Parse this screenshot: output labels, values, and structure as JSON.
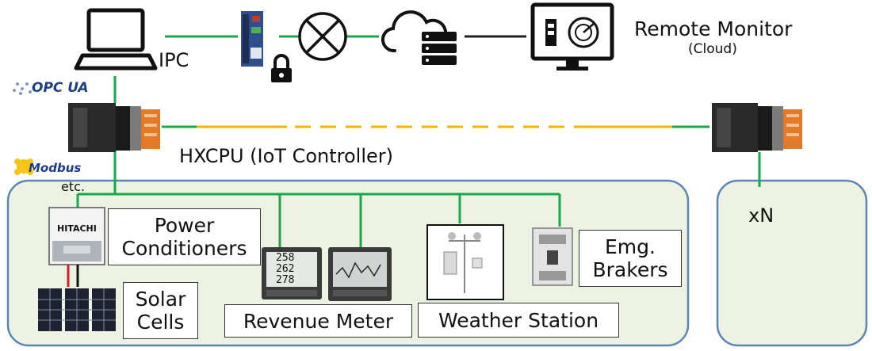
{
  "labels": {
    "ipc": "IPC",
    "remote_monitor": "Remote Monitor",
    "cloud": "(Cloud)",
    "hxcpu": "HXCPU (IoT Controller)",
    "opc_ua": "OPC UA",
    "modbus": "Modbus",
    "etc": "etc.",
    "xn": "xN",
    "hitachi": "HITACHI"
  },
  "boxes": {
    "power_conditioners": [
      "Power",
      "Conditioners"
    ],
    "solar_cells": [
      "Solar",
      "Cells"
    ],
    "revenue_meter": "Revenue Meter",
    "weather_station": "Weather Station",
    "emg_brakers": [
      "Emg.",
      "Brakers"
    ]
  },
  "meter_readings": [
    "258",
    "262",
    "278"
  ],
  "colors": {
    "network_line": "#1aa84a",
    "link_line": "#f2b400",
    "panel_fill": "#eef2e2",
    "panel_border": "#5b86b8"
  },
  "icons": [
    "laptop-icon",
    "gateway-icon",
    "lock-icon",
    "router-icon",
    "cloud-server-icon",
    "monitor-icon",
    "plc-icon",
    "power-conditioner-icon",
    "solar-panel-icon",
    "meter-icon",
    "weather-station-icon",
    "breaker-icon"
  ]
}
